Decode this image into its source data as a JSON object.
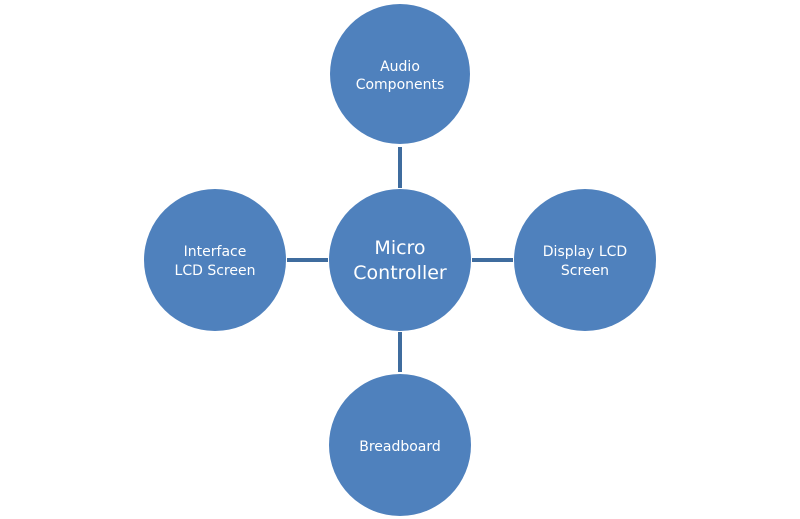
{
  "diagram": {
    "type": "hub-and-spoke",
    "colors": {
      "node_fill": "#4f81bd",
      "connector": "#3f6c9e",
      "text": "#ffffff",
      "background": "#ffffff"
    },
    "center": {
      "id": "micro-controller",
      "lines": [
        "Micro",
        "Controller"
      ]
    },
    "spokes": [
      {
        "id": "audio-components",
        "position": "top",
        "lines": [
          "Audio",
          "Components"
        ]
      },
      {
        "id": "interface-lcd-screen",
        "position": "left",
        "lines": [
          "Interface",
          "LCD Screen"
        ]
      },
      {
        "id": "display-lcd-screen",
        "position": "right",
        "lines": [
          "Display LCD",
          "Screen"
        ]
      },
      {
        "id": "breadboard",
        "position": "bottom",
        "lines": [
          "Breadboard"
        ]
      }
    ]
  }
}
